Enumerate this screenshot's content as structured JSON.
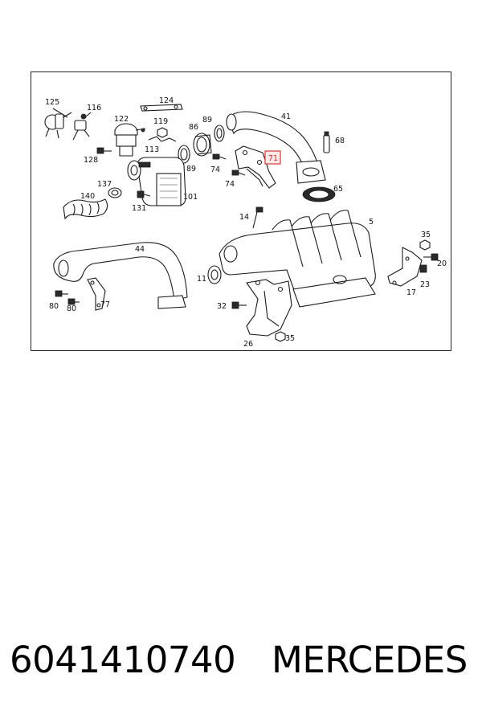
{
  "diagram": {
    "callouts": {
      "c125": "125",
      "c116": "116",
      "c124": "124",
      "c122": "122",
      "c119": "119",
      "c113": "113",
      "c128": "128",
      "c89a": "89",
      "c86": "86",
      "c89b": "89",
      "c41": "41",
      "c68": "68",
      "c71": "71",
      "c74a": "74",
      "c74b": "74",
      "c65": "65",
      "c137": "137",
      "c140": "140",
      "c131": "131",
      "c101": "101",
      "c14": "14",
      "c5": "5",
      "c35a": "35",
      "c20": "20",
      "c23": "23",
      "c17": "17",
      "c44": "44",
      "c11": "11",
      "c80a": "80",
      "c80b": "80",
      "c77": "77",
      "c32": "32",
      "c26": "26",
      "c35b": "35"
    },
    "highlighted_part": "71",
    "highlight_color": "#d23a3a"
  },
  "caption": {
    "part_number": "6041410740",
    "brand": "MERCEDES"
  }
}
